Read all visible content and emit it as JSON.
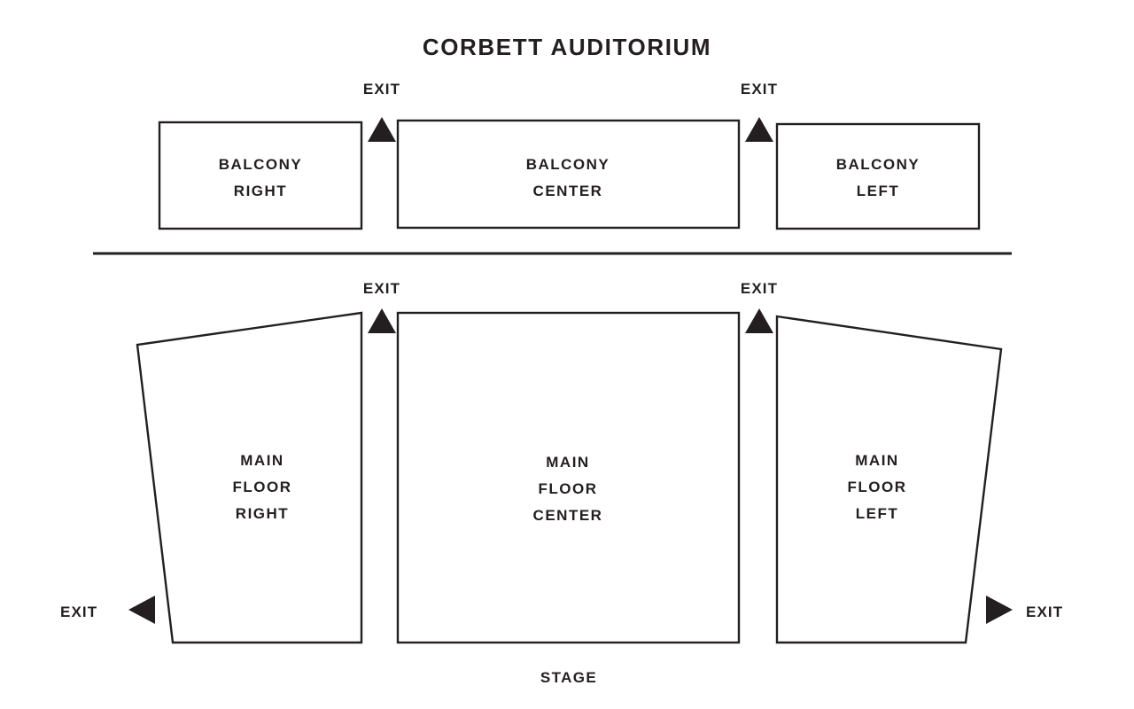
{
  "title": "CORBETT AUDITORIUM",
  "colors": {
    "ink": "#231f20",
    "background": "#ffffff",
    "shape_fill": "#ffffff",
    "shape_stroke": "#231f20"
  },
  "stage": {
    "label": "STAGE"
  },
  "sections": {
    "balcony": [
      {
        "id": "balcony-right",
        "line1": "BALCONY",
        "line2": "RIGHT",
        "shape": "rectangle"
      },
      {
        "id": "balcony-center",
        "line1": "BALCONY",
        "line2": "CENTER",
        "shape": "rectangle"
      },
      {
        "id": "balcony-left",
        "line1": "BALCONY",
        "line2": "LEFT",
        "shape": "rectangle"
      }
    ],
    "main_floor": [
      {
        "id": "main-floor-right",
        "line1": "MAIN",
        "line2": "FLOOR",
        "line3": "RIGHT",
        "shape": "quadrilateral"
      },
      {
        "id": "main-floor-center",
        "line1": "MAIN",
        "line2": "FLOOR",
        "line3": "CENTER",
        "shape": "rectangle"
      },
      {
        "id": "main-floor-left",
        "line1": "MAIN",
        "line2": "FLOOR",
        "line3": "LEFT",
        "shape": "quadrilateral"
      }
    ]
  },
  "exits": [
    {
      "id": "exit-balcony-left-aisle",
      "label": "EXIT",
      "direction": "up"
    },
    {
      "id": "exit-balcony-right-aisle",
      "label": "EXIT",
      "direction": "up"
    },
    {
      "id": "exit-main-left-aisle",
      "label": "EXIT",
      "direction": "up"
    },
    {
      "id": "exit-main-right-aisle",
      "label": "EXIT",
      "direction": "up"
    },
    {
      "id": "exit-house-right",
      "label": "EXIT",
      "direction": "left"
    },
    {
      "id": "exit-house-left",
      "label": "EXIT",
      "direction": "right"
    }
  ]
}
